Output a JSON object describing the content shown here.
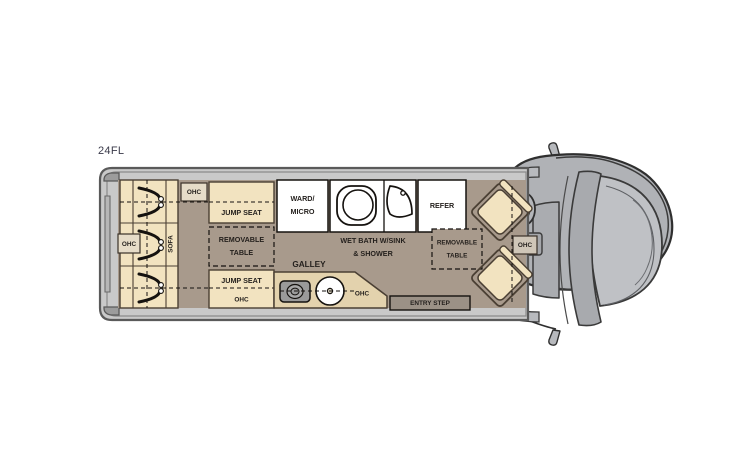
{
  "diagram": {
    "title": "24FL",
    "type": "rv-floorplan",
    "description": "Class B camper van floorplan, top-down view",
    "orientation": "front of vehicle at right"
  },
  "colors": {
    "background": "#ffffff",
    "floor": "#a89a8c",
    "furniture_cream": "#f2e3c0",
    "furniture_cream_dark": "#e8d6ae",
    "wall_grey": "#c9c9c9",
    "wall_outline": "#5a5a5a",
    "cab_grey": "#b0b2b6",
    "cab_outline": "#3a3a3a",
    "white_unit": "#ffffff",
    "entry_step": "#9b9186",
    "label_text": "#231f1c",
    "model_label_text": "#3a3a4a",
    "galley_counter": "#e3d2ad",
    "stove_grey": "#9a9a9a"
  },
  "labels": {
    "model": "24FL",
    "ohc_top_left": "OHC",
    "ohc_left_wall": "OHC",
    "ohc_bottom_left": "OHC",
    "ohc_galley": "OHC",
    "ohc_right": "OHC",
    "sofa": "SOFA",
    "jump_seat_top": "JUMP SEAT",
    "jump_seat_bottom": "JUMP SEAT",
    "removable_table_left": "REMOVABLE\nTABLE",
    "removable_table_left_line1": "REMOVABLE",
    "removable_table_left_line2": "TABLE",
    "removable_table_right_line1": "REMOVABLE",
    "removable_table_right_line2": "TABLE",
    "ward_micro_line1": "WARD/",
    "ward_micro_line2": "MICRO",
    "wet_bath_line1": "WET BATH W/SINK",
    "wet_bath_line2": "& SHOWER",
    "refer": "REFER",
    "galley": "GALLEY",
    "entry_step": "ENTRY STEP"
  },
  "features": [
    {
      "name": "sofa",
      "label": "SOFA",
      "seats": 3,
      "belts": 3
    },
    {
      "name": "overhead-cabinet",
      "label": "OHC",
      "count": 5
    },
    {
      "name": "jump-seat",
      "label": "JUMP SEAT",
      "count": 2
    },
    {
      "name": "removable-table",
      "label": "REMOVABLE TABLE",
      "count": 2
    },
    {
      "name": "wardrobe-microwave",
      "label": "WARD/MICRO",
      "count": 1
    },
    {
      "name": "wet-bath",
      "label": "WET BATH W/SINK & SHOWER",
      "count": 1
    },
    {
      "name": "refrigerator",
      "label": "REFER",
      "count": 1
    },
    {
      "name": "galley",
      "label": "GALLEY",
      "count": 1
    },
    {
      "name": "entry-step",
      "label": "ENTRY STEP",
      "count": 1
    },
    {
      "name": "captains-chair",
      "label": "",
      "count": 2
    },
    {
      "name": "cooktop",
      "label": "",
      "count": 1
    },
    {
      "name": "kitchen-sink",
      "label": "",
      "count": 1
    },
    {
      "name": "toilet",
      "label": "",
      "count": 1
    },
    {
      "name": "corner-sink",
      "label": "",
      "count": 1
    }
  ]
}
